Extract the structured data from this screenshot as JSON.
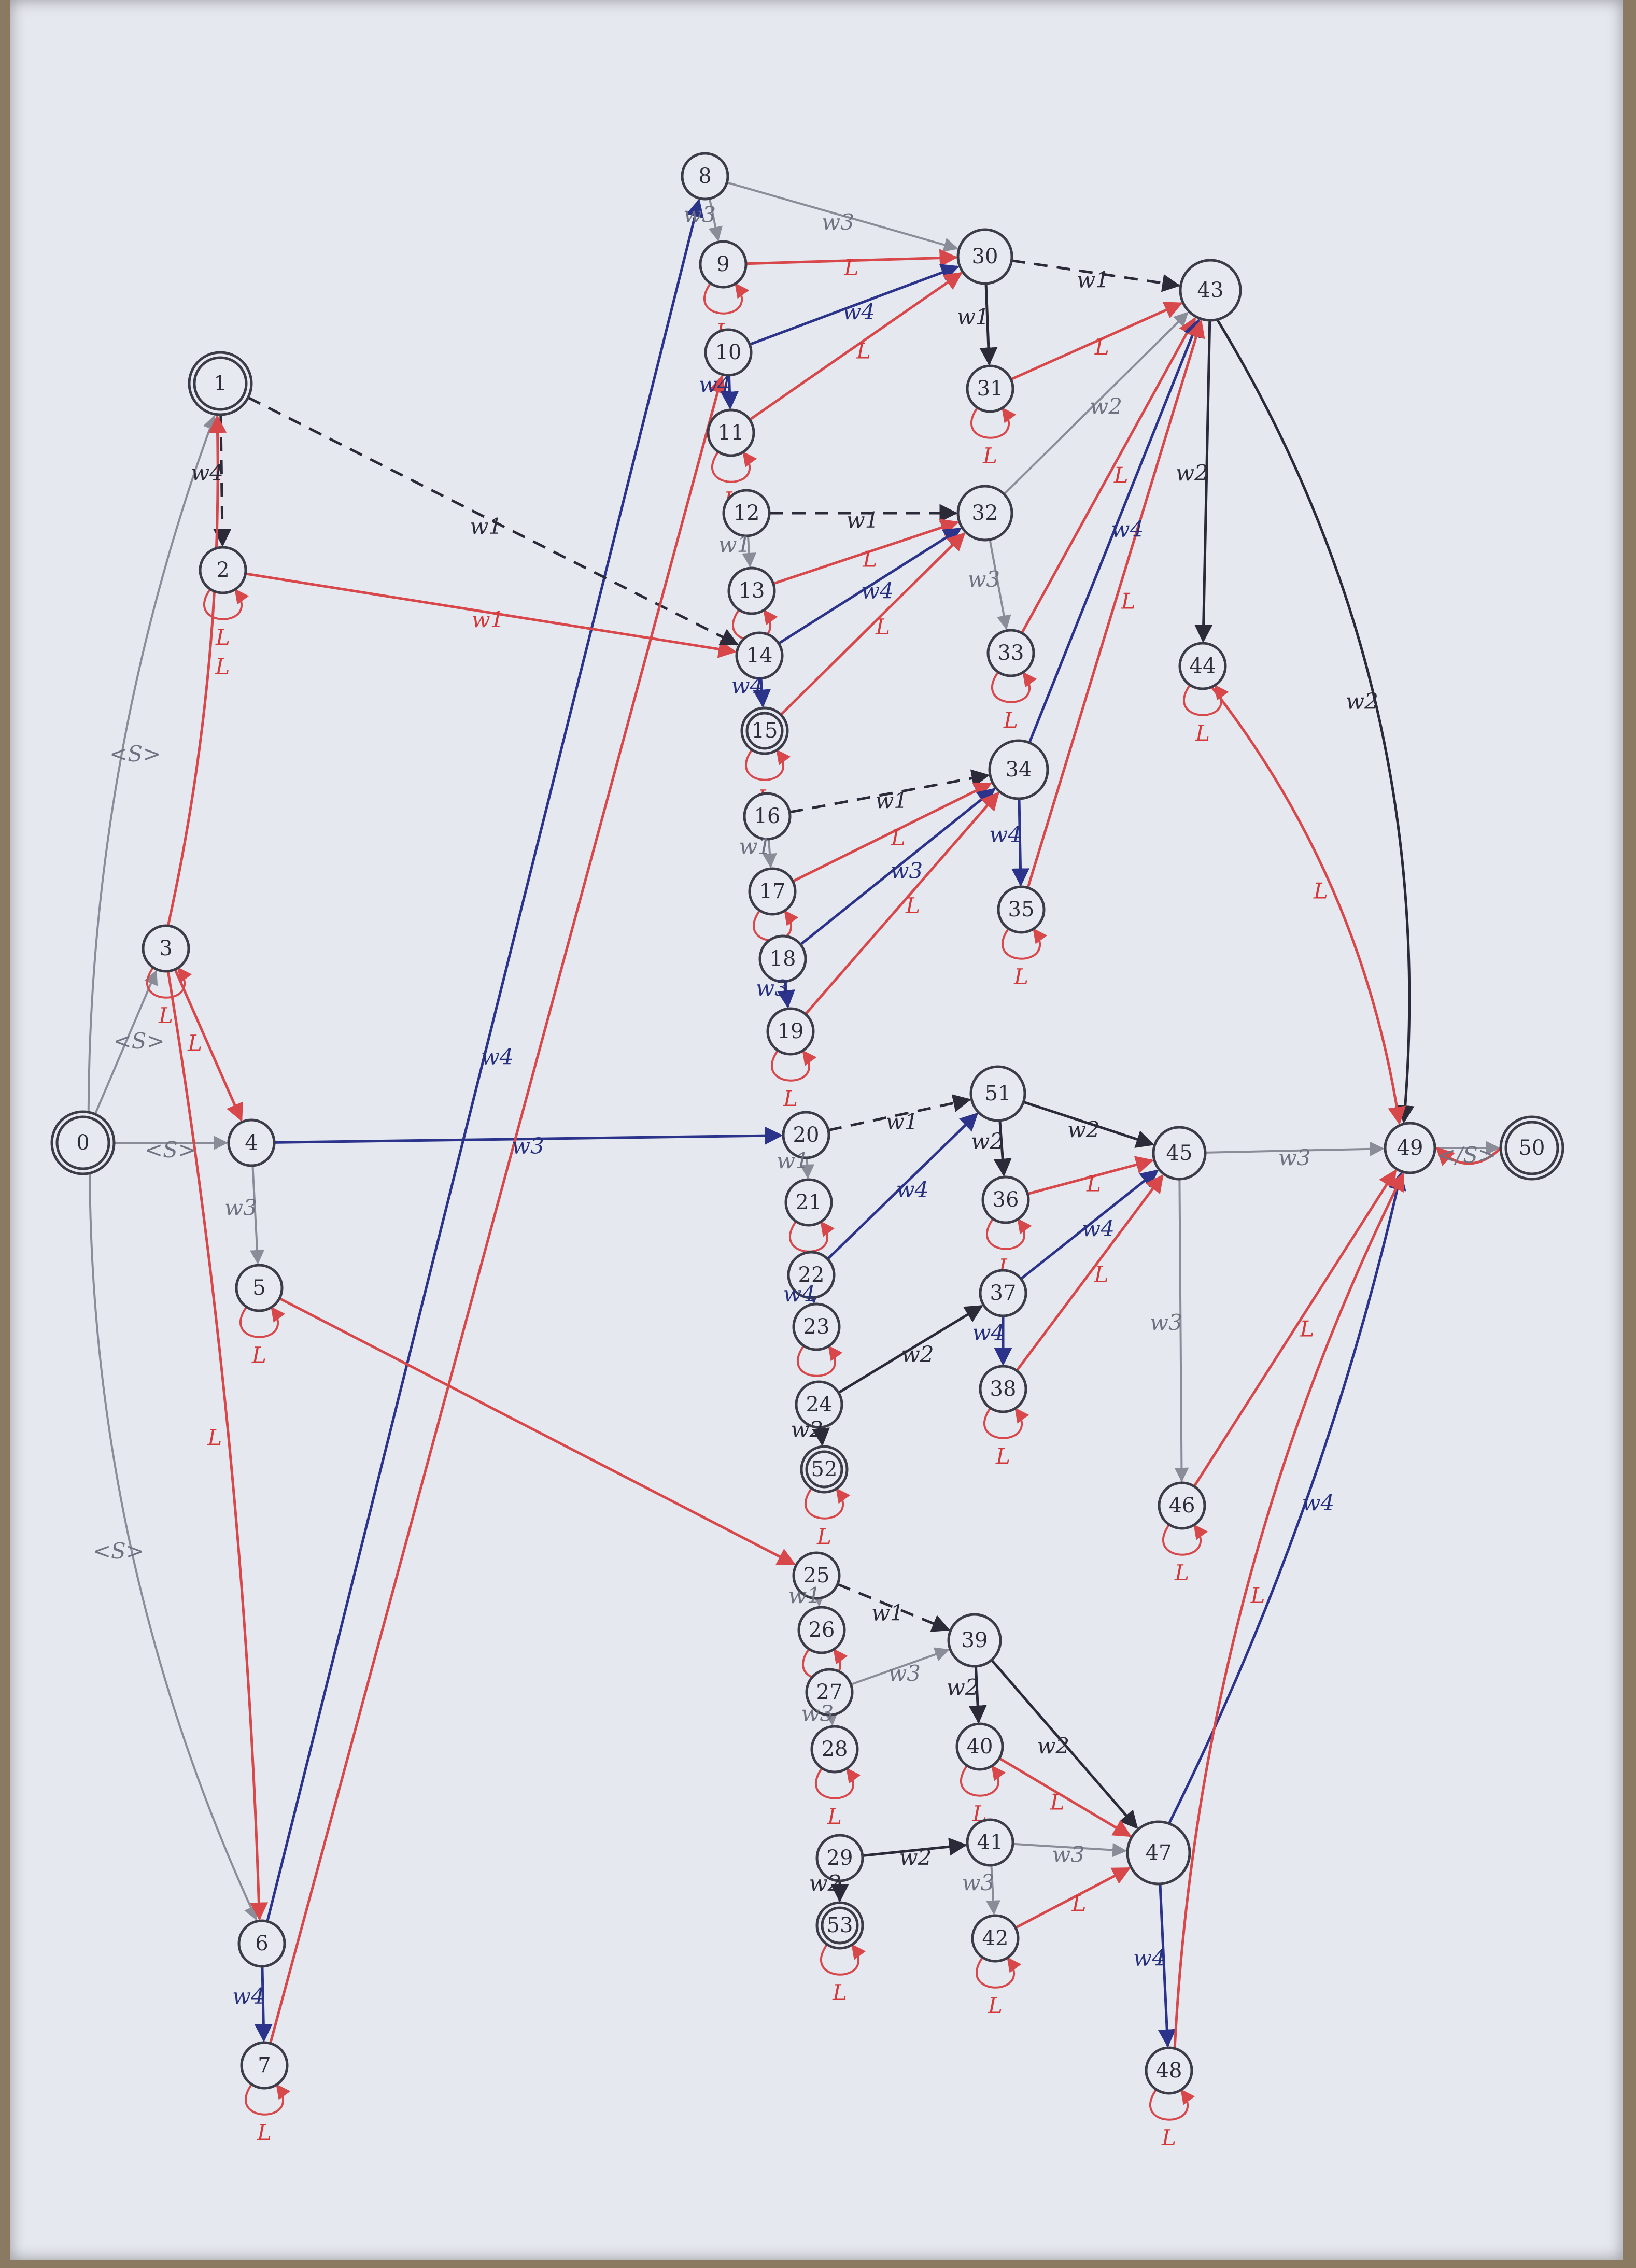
{
  "colors": {
    "paper": "#e6e8f0",
    "gray": "#8a8d98",
    "red": "#d8484b",
    "blue": "#2b338a",
    "black": "#2a2a38"
  },
  "nodes": [
    {
      "id": "0",
      "label": "0",
      "final": true,
      "kind": "start"
    },
    {
      "id": "1",
      "label": "1",
      "final": true
    },
    {
      "id": "2",
      "label": "2"
    },
    {
      "id": "3",
      "label": "3"
    },
    {
      "id": "4",
      "label": "4"
    },
    {
      "id": "5",
      "label": "5"
    },
    {
      "id": "6",
      "label": "6"
    },
    {
      "id": "7",
      "label": "7"
    },
    {
      "id": "8",
      "label": "8"
    },
    {
      "id": "9",
      "label": "9"
    },
    {
      "id": "10",
      "label": "10"
    },
    {
      "id": "11",
      "label": "11"
    },
    {
      "id": "12",
      "label": "12"
    },
    {
      "id": "13",
      "label": "13"
    },
    {
      "id": "14",
      "label": "14"
    },
    {
      "id": "15",
      "label": "15",
      "final": true
    },
    {
      "id": "16",
      "label": "16"
    },
    {
      "id": "17",
      "label": "17"
    },
    {
      "id": "18",
      "label": "18"
    },
    {
      "id": "19",
      "label": "19"
    },
    {
      "id": "20",
      "label": "20"
    },
    {
      "id": "21",
      "label": "21"
    },
    {
      "id": "22",
      "label": "22"
    },
    {
      "id": "23",
      "label": "23"
    },
    {
      "id": "24",
      "label": "24"
    },
    {
      "id": "52",
      "label": "52",
      "final": true
    },
    {
      "id": "25",
      "label": "25"
    },
    {
      "id": "26",
      "label": "26"
    },
    {
      "id": "27",
      "label": "27"
    },
    {
      "id": "28",
      "label": "28"
    },
    {
      "id": "29",
      "label": "29"
    },
    {
      "id": "53",
      "label": "53",
      "final": true
    },
    {
      "id": "30",
      "label": "30"
    },
    {
      "id": "31",
      "label": "31"
    },
    {
      "id": "32",
      "label": "32"
    },
    {
      "id": "33",
      "label": "33"
    },
    {
      "id": "34",
      "label": "34"
    },
    {
      "id": "35",
      "label": "35"
    },
    {
      "id": "51",
      "label": "51"
    },
    {
      "id": "36",
      "label": "36"
    },
    {
      "id": "37",
      "label": "37"
    },
    {
      "id": "38",
      "label": "38"
    },
    {
      "id": "39",
      "label": "39"
    },
    {
      "id": "40",
      "label": "40"
    },
    {
      "id": "41",
      "label": "41"
    },
    {
      "id": "42",
      "label": "42"
    },
    {
      "id": "43",
      "label": "43"
    },
    {
      "id": "44",
      "label": "44"
    },
    {
      "id": "45",
      "label": "45"
    },
    {
      "id": "46",
      "label": "46"
    },
    {
      "id": "47",
      "label": "47"
    },
    {
      "id": "48",
      "label": "48"
    },
    {
      "id": "49",
      "label": "49"
    },
    {
      "id": "50",
      "label": "50",
      "final": true
    }
  ],
  "edges": [
    {
      "from": "0",
      "to": "1",
      "color": "gray",
      "label": "<S>"
    },
    {
      "from": "0",
      "to": "3",
      "color": "gray",
      "label": "<S>"
    },
    {
      "from": "0",
      "to": "4",
      "color": "gray",
      "label": "<S>"
    },
    {
      "from": "0",
      "to": "6",
      "color": "gray",
      "label": "<S>"
    },
    {
      "from": "1",
      "to": "2",
      "color": "black",
      "label": "w4",
      "dashed": true
    },
    {
      "from": "3",
      "to": "4",
      "color": "red",
      "label": "L"
    },
    {
      "from": "3",
      "to": "1",
      "color": "red",
      "label": "L"
    },
    {
      "from": "3",
      "to": "6",
      "color": "red",
      "label": "L"
    },
    {
      "from": "4",
      "to": "5",
      "color": "gray",
      "label": "w3"
    },
    {
      "from": "4",
      "to": "20",
      "color": "blue",
      "label": "w3"
    },
    {
      "from": "6",
      "to": "7",
      "color": "blue",
      "label": "w4"
    },
    {
      "from": "6",
      "to": "8",
      "color": "blue",
      "label": "w4"
    },
    {
      "from": "2",
      "to": "14",
      "color": "red",
      "label": "w1"
    },
    {
      "from": "1",
      "to": "14",
      "color": "black",
      "label": "w1",
      "dashed": true
    },
    {
      "from": "7",
      "to": "10",
      "color": "red",
      "label": ""
    },
    {
      "from": "5",
      "to": "25",
      "color": "red",
      "label": ""
    },
    {
      "from": "8",
      "to": "9",
      "color": "gray",
      "label": "w3"
    },
    {
      "from": "8",
      "to": "30",
      "color": "gray",
      "label": "w3"
    },
    {
      "from": "9",
      "to": "30",
      "color": "red",
      "label": "L"
    },
    {
      "from": "10",
      "to": "30",
      "color": "blue",
      "label": "w4"
    },
    {
      "from": "10",
      "to": "11",
      "color": "blue",
      "label": "w4"
    },
    {
      "from": "11",
      "to": "30",
      "color": "red",
      "label": "L"
    },
    {
      "from": "12",
      "to": "32",
      "color": "black",
      "label": "w1",
      "dashed": true
    },
    {
      "from": "12",
      "to": "13",
      "color": "gray",
      "label": "w1"
    },
    {
      "from": "13",
      "to": "32",
      "color": "red",
      "label": "L"
    },
    {
      "from": "14",
      "to": "32",
      "color": "blue",
      "label": "w4"
    },
    {
      "from": "14",
      "to": "15",
      "color": "blue",
      "label": "w4"
    },
    {
      "from": "15",
      "to": "32",
      "color": "red",
      "label": "L"
    },
    {
      "from": "16",
      "to": "34",
      "color": "black",
      "label": "w1",
      "dashed": true
    },
    {
      "from": "16",
      "to": "17",
      "color": "gray",
      "label": "w1"
    },
    {
      "from": "17",
      "to": "34",
      "color": "red",
      "label": "L"
    },
    {
      "from": "18",
      "to": "34",
      "color": "blue",
      "label": "w3"
    },
    {
      "from": "18",
      "to": "19",
      "color": "blue",
      "label": "w3"
    },
    {
      "from": "19",
      "to": "34",
      "color": "red",
      "label": "L"
    },
    {
      "from": "30",
      "to": "43",
      "color": "black",
      "label": "w1",
      "dashed": true
    },
    {
      "from": "30",
      "to": "31",
      "color": "black",
      "label": "w1"
    },
    {
      "from": "31",
      "to": "43",
      "color": "red",
      "label": "L"
    },
    {
      "from": "32",
      "to": "43",
      "color": "gray",
      "label": "w2"
    },
    {
      "from": "32",
      "to": "33",
      "color": "gray",
      "label": "w3"
    },
    {
      "from": "33",
      "to": "43",
      "color": "red",
      "label": "L"
    },
    {
      "from": "34",
      "to": "43",
      "color": "blue",
      "label": "w4"
    },
    {
      "from": "34",
      "to": "35",
      "color": "blue",
      "label": "w4"
    },
    {
      "from": "35",
      "to": "43",
      "color": "red",
      "label": "L"
    },
    {
      "from": "43",
      "to": "44",
      "color": "black",
      "label": "w2"
    },
    {
      "from": "43",
      "to": "49",
      "color": "black",
      "label": "w2"
    },
    {
      "from": "44",
      "to": "49",
      "color": "red",
      "label": "L"
    },
    {
      "from": "20",
      "to": "51",
      "color": "black",
      "label": "w1",
      "dashed": true
    },
    {
      "from": "20",
      "to": "21",
      "color": "gray",
      "label": "w1"
    },
    {
      "from": "22",
      "to": "51",
      "color": "blue",
      "label": "w4"
    },
    {
      "from": "22",
      "to": "23",
      "color": "blue",
      "label": "w4"
    },
    {
      "from": "24",
      "to": "37",
      "color": "black",
      "label": "w2"
    },
    {
      "from": "24",
      "to": "52",
      "color": "black",
      "label": "w2"
    },
    {
      "from": "51",
      "to": "45",
      "color": "black",
      "label": "w2"
    },
    {
      "from": "51",
      "to": "36",
      "color": "black",
      "label": "w2"
    },
    {
      "from": "36",
      "to": "45",
      "color": "red",
      "label": "L"
    },
    {
      "from": "37",
      "to": "45",
      "color": "blue",
      "label": "w4"
    },
    {
      "from": "37",
      "to": "38",
      "color": "blue",
      "label": "w4"
    },
    {
      "from": "38",
      "to": "45",
      "color": "red",
      "label": "L"
    },
    {
      "from": "45",
      "to": "49",
      "color": "gray",
      "label": "w3"
    },
    {
      "from": "45",
      "to": "46",
      "color": "gray",
      "label": "w3"
    },
    {
      "from": "46",
      "to": "49",
      "color": "red",
      "label": "L"
    },
    {
      "from": "25",
      "to": "39",
      "color": "black",
      "label": "w1",
      "dashed": true
    },
    {
      "from": "25",
      "to": "26",
      "color": "gray",
      "label": "w1"
    },
    {
      "from": "27",
      "to": "39",
      "color": "gray",
      "label": "w3"
    },
    {
      "from": "27",
      "to": "28",
      "color": "gray",
      "label": "w3"
    },
    {
      "from": "29",
      "to": "41",
      "color": "black",
      "label": "w2"
    },
    {
      "from": "29",
      "to": "53",
      "color": "black",
      "label": "w2"
    },
    {
      "from": "39",
      "to": "47",
      "color": "black",
      "label": "w2"
    },
    {
      "from": "39",
      "to": "40",
      "color": "black",
      "label": "w2"
    },
    {
      "from": "40",
      "to": "47",
      "color": "red",
      "label": "L"
    },
    {
      "from": "41",
      "to": "47",
      "color": "gray",
      "label": "w3"
    },
    {
      "from": "41",
      "to": "42",
      "color": "gray",
      "label": "w3"
    },
    {
      "from": "42",
      "to": "47",
      "color": "red",
      "label": "L"
    },
    {
      "from": "47",
      "to": "49",
      "color": "blue",
      "label": "w4"
    },
    {
      "from": "47",
      "to": "48",
      "color": "blue",
      "label": "w4"
    },
    {
      "from": "48",
      "to": "49",
      "color": "red",
      "label": "L"
    },
    {
      "from": "49",
      "to": "50",
      "color": "gray",
      "label": "</S>"
    },
    {
      "from": "50",
      "to": "49",
      "color": "red",
      "label": ""
    }
  ],
  "selfloops": [
    "2",
    "3",
    "5",
    "7",
    "9",
    "11",
    "13",
    "15",
    "17",
    "19",
    "21",
    "23",
    "52",
    "26",
    "28",
    "53",
    "31",
    "33",
    "35",
    "36",
    "38",
    "40",
    "42",
    "44",
    "46",
    "48"
  ],
  "selfloop_label": "L"
}
